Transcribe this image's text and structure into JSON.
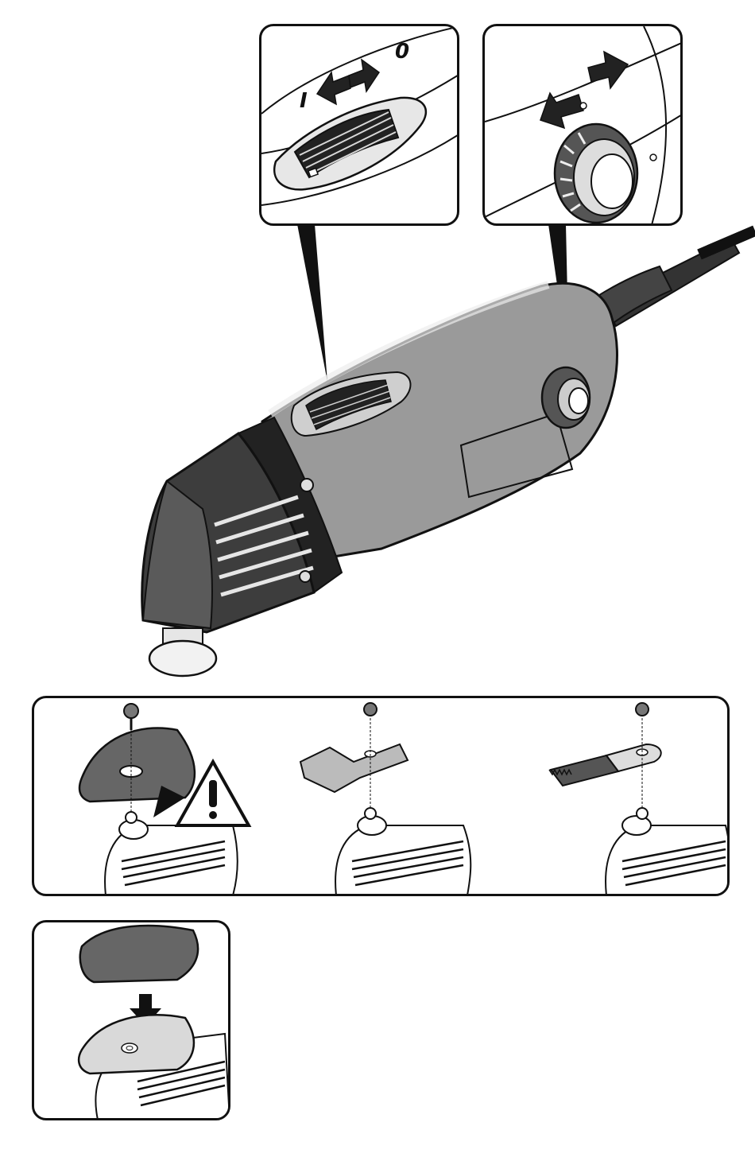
{
  "switch_panel": {
    "on_label": "I",
    "off_label": "0"
  },
  "colors": {
    "outline": "#111111",
    "body_gray": "#9a9a9a",
    "dark_gray": "#4a4a4a",
    "light_gray": "#d6d6d6"
  },
  "icons": [
    "switch-detail",
    "speed-dial-detail",
    "multi-tool",
    "sanding-pad-mount",
    "warning-triangle-icon",
    "scraper-blade-mount",
    "saw-blade-mount",
    "sandpaper-attach"
  ]
}
